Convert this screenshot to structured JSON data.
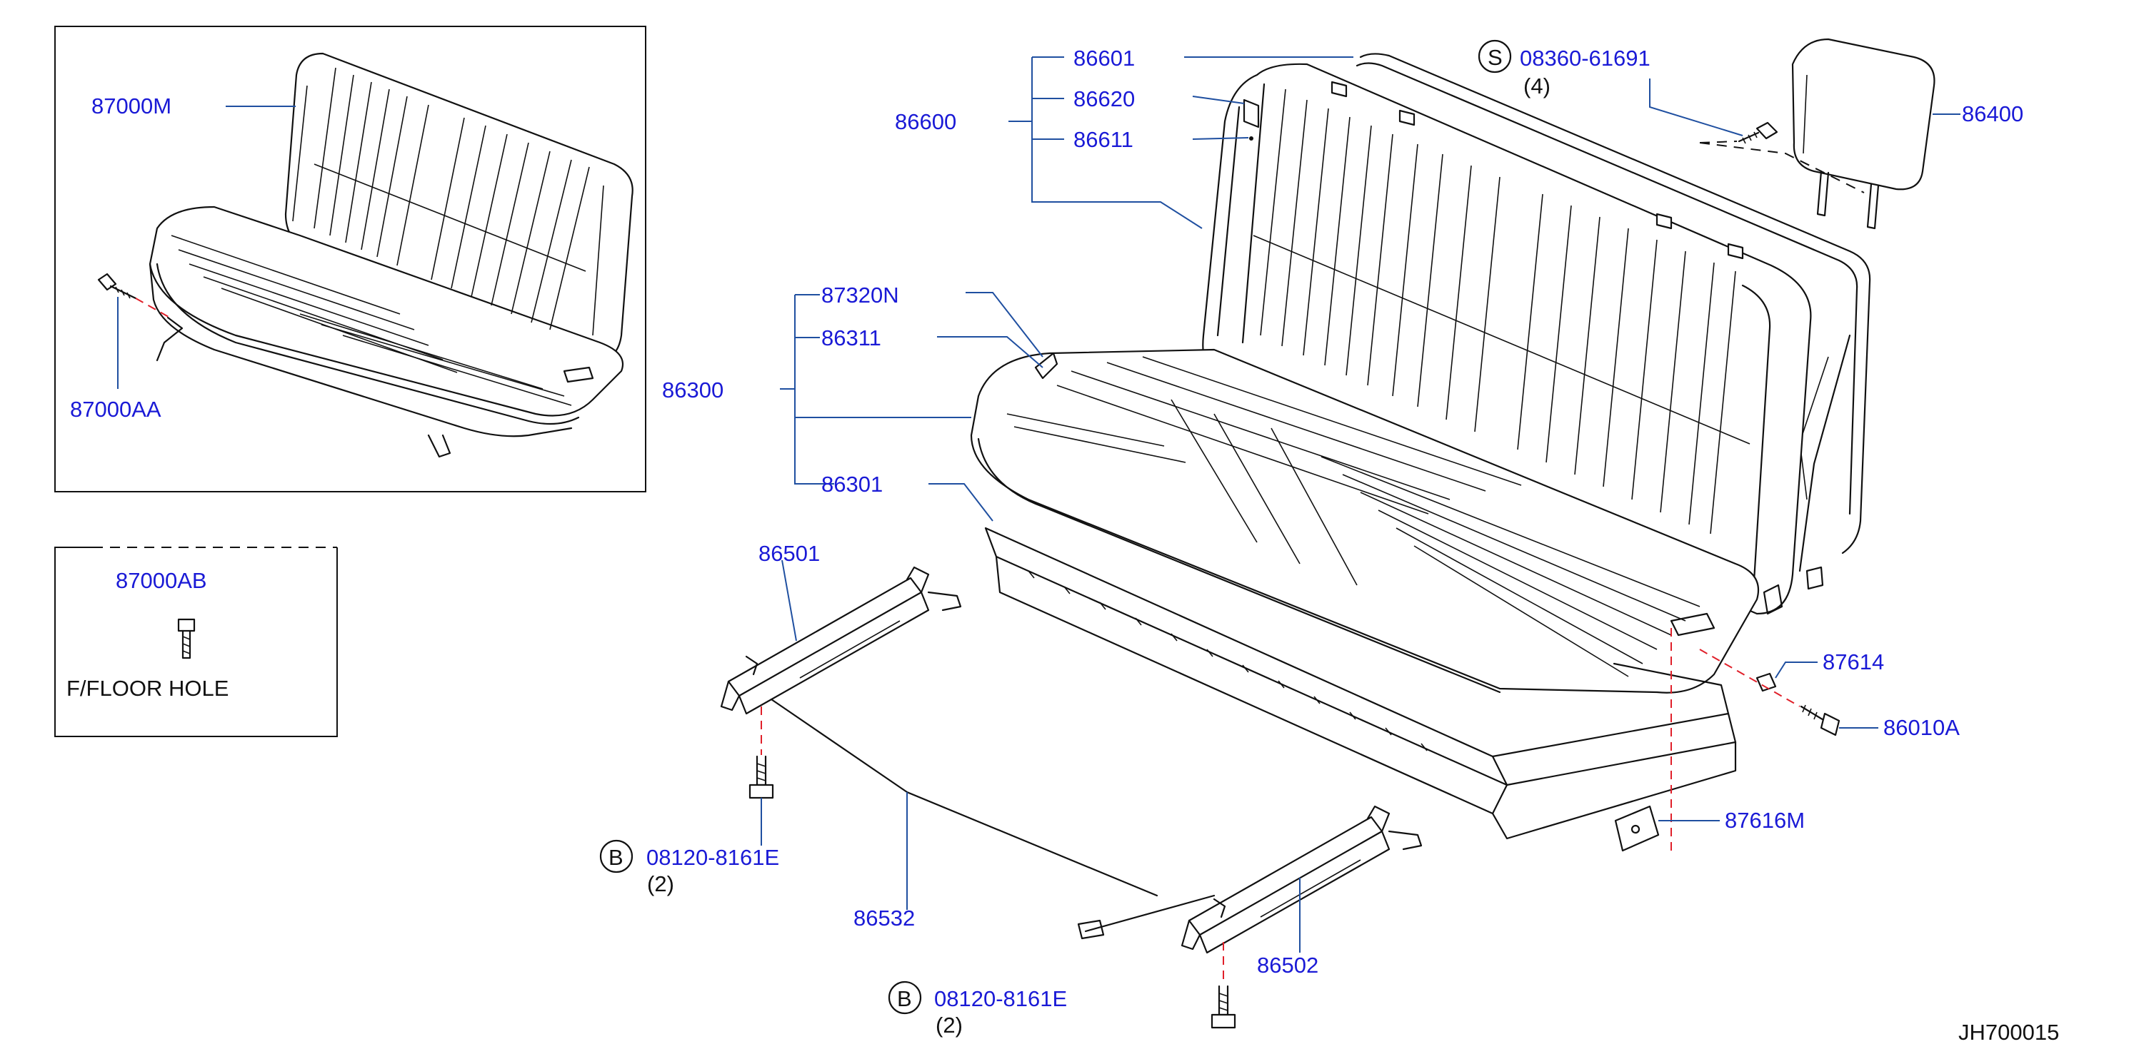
{
  "labels": {
    "p87000M": "87000M",
    "p87000AA": "87000AA",
    "p87000AB": "87000AB",
    "floor_hole": "F/FLOOR  HOLE",
    "p86600": "86600",
    "p86601": "86601",
    "p86620": "86620",
    "p86611": "86611",
    "s_code": "S",
    "s_part": "08360-61691",
    "s_qty": "(4)",
    "p86400": "86400",
    "p86300": "86300",
    "p87320N": "87320N",
    "p86311": "86311",
    "p86301": "86301",
    "p86501": "86501",
    "p87614": "87614",
    "p86010A": "86010A",
    "p87616M": "87616M",
    "b1_code": "B",
    "b1_part": "08120-8161E",
    "b1_qty": "(2)",
    "p86532": "86532",
    "p86502": "86502",
    "b2_code": "B",
    "b2_part": "08120-8161E",
    "b2_qty": "(2)",
    "diagram_id": "JH700015"
  },
  "colors": {
    "label": "#1a1ad6",
    "leader": "#1f4fa0",
    "drawing": "#111111",
    "centerline": "#e0202a"
  }
}
